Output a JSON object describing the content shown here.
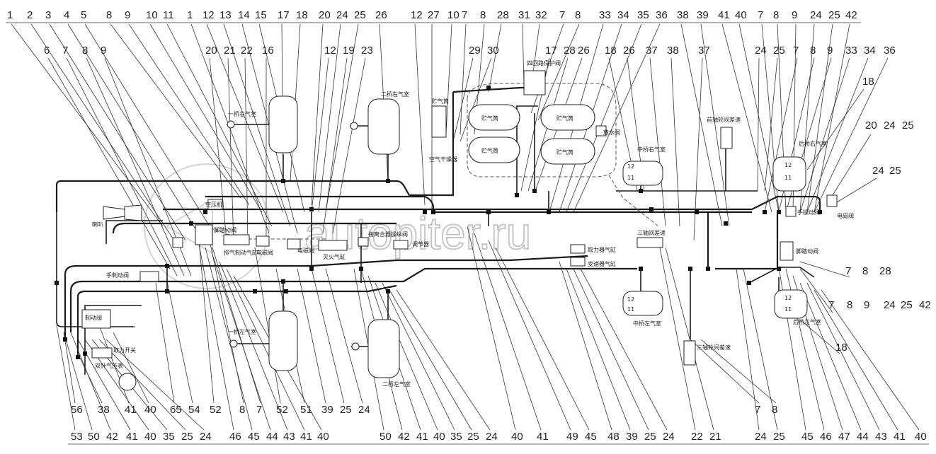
{
  "callouts": {
    "top_row": [
      "1",
      "2",
      "3",
      "4",
      "5",
      "8",
      "9",
      "10",
      "11",
      "1",
      "12",
      "13",
      "14",
      "15",
      "17",
      "18",
      "20",
      "24",
      "25",
      "26",
      "12",
      "27",
      "10",
      "7",
      "8",
      "28",
      "31",
      "32",
      "7",
      "8",
      "33",
      "34",
      "35",
      "36",
      "38",
      "39",
      "41",
      "40",
      "7",
      "8",
      "9",
      "24",
      "25",
      "42"
    ],
    "second_row": [
      "6",
      "7",
      "8",
      "9",
      "20",
      "21",
      "22",
      "16",
      "12",
      "19",
      "23",
      "29",
      "30",
      "17",
      "28",
      "26",
      "18",
      "26",
      "37",
      "38",
      "37",
      "24",
      "25",
      "7",
      "8",
      "9",
      "33",
      "34",
      "36"
    ],
    "right_side": [
      "18",
      "20",
      "24",
      "25",
      "24",
      "25",
      "7",
      "8",
      "28",
      "7",
      "8",
      "9",
      "24",
      "25",
      "42",
      "18"
    ],
    "bottom_inner": [
      "56",
      "38",
      "41",
      "40",
      "65",
      "54",
      "52",
      "8",
      "7",
      "52",
      "51",
      "39",
      "25",
      "24",
      "7",
      "8"
    ],
    "bottom_outer": [
      "53",
      "50",
      "42",
      "41",
      "40",
      "35",
      "25",
      "24",
      "46",
      "45",
      "44",
      "43",
      "41",
      "40",
      "50",
      "42",
      "41",
      "40",
      "35",
      "25",
      "24",
      "40",
      "41",
      "49",
      "45",
      "48",
      "39",
      "25",
      "24",
      "22",
      "21",
      "24",
      "25",
      "45",
      "46",
      "47",
      "44",
      "43",
      "41",
      "40"
    ]
  },
  "labels": {
    "bridge1_right": "一桥右气室",
    "bridge2_right": "二桥右气室",
    "bridge1_left": "一桥左气室",
    "bridge2_left": "二桥左气室",
    "mid_right": "中桥右气室",
    "mid_left": "中桥左气室",
    "rear_right": "后桥右气室",
    "rear_left": "后桥左气室",
    "tank": "贮气筒",
    "tank_small": "贮气筒",
    "four_circuit": "四回路保护阀",
    "dryer": "空气干燥器",
    "drain": "放水阀",
    "compressor": "空压机",
    "foot_valve": "脚踏动阀",
    "foot_valve_rear": "脚踏动阀",
    "horn": "喇叭",
    "exhaust_cyl": "排气制动气缸",
    "solenoid1": "电磁阀",
    "solenoid2": "电磁阀",
    "solenoid3": "电磁阀",
    "flameout_cyl": "灭火气缸",
    "clutch_valve": "接离合器操纵阀",
    "regulator": "调节器",
    "pto_cyl": "取力器气缸",
    "gearbox_cyl": "变速器气缸",
    "hand_valve": "手制动阀",
    "hand_valve_rear": "手操动阀",
    "relay": "制动阀",
    "pto_switch": "取力开关",
    "gauge": "双针气压表",
    "wheel_valve": "三轴轮间差速",
    "wheel_valve_top": "前轴轮间差速",
    "inter_axle": "三轴间差速",
    "wheel_valve_bottom": "三轴轮间差速",
    "watermark": "autopiter.ru"
  }
}
